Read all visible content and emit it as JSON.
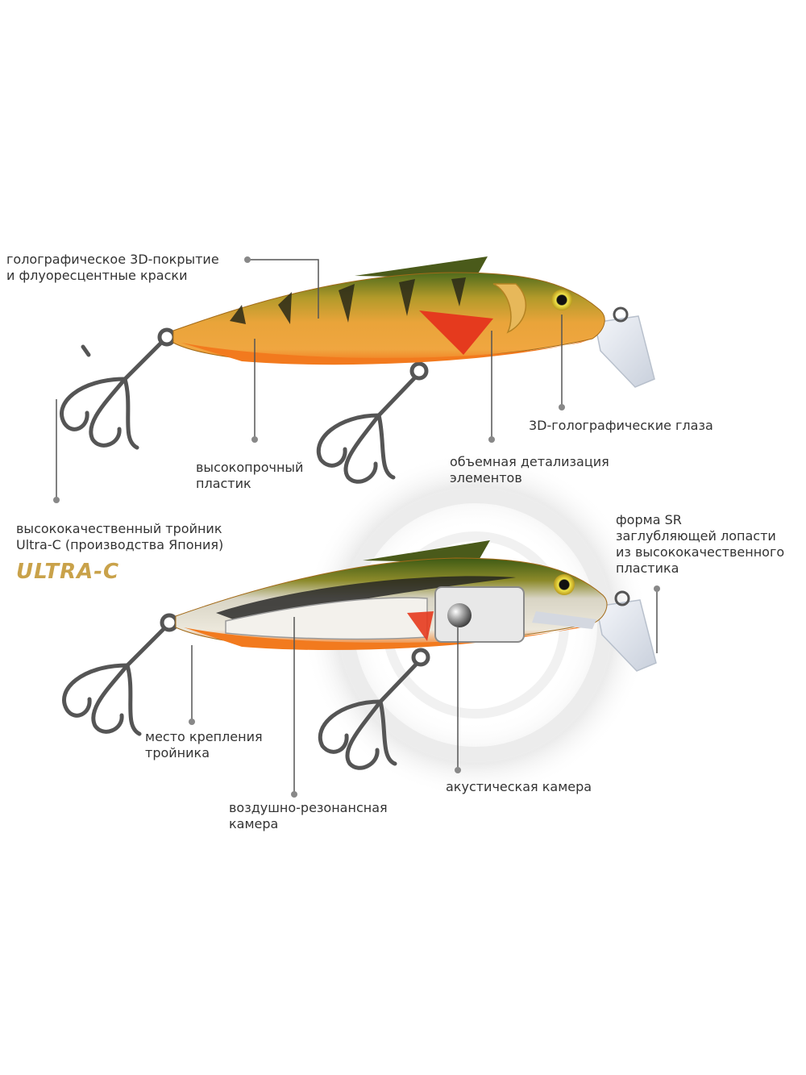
{
  "labels": {
    "coating": [
      "голографическое 3D-покрытие",
      "и флуоресцентные краски"
    ],
    "plastic": [
      "высокопрочный",
      "пластик"
    ],
    "hook": [
      "высококачественный тройник",
      "Ultra-C (производства Япония)"
    ],
    "eyes": [
      "3D-голографические глаза"
    ],
    "detail": [
      "объемная детализация",
      "элементов"
    ],
    "lip": [
      "форма SR",
      "заглубляющей лопасти",
      "из высококачественного",
      "пластика"
    ],
    "mount": [
      "место крепления",
      "тройника"
    ],
    "air_chamber": [
      "воздушно-резонансная",
      "камера"
    ],
    "acoustic": [
      "акустическая камера"
    ]
  },
  "logo_text": "ULTRA-C",
  "colors": {
    "brand_gold": "#c9a24a",
    "body_orange": "#e9a43a",
    "belly_orange": "#f27a1e",
    "back_green": "#4f6b1c",
    "stripe_dark": "#2b2a18",
    "leader_line": "#555555"
  }
}
